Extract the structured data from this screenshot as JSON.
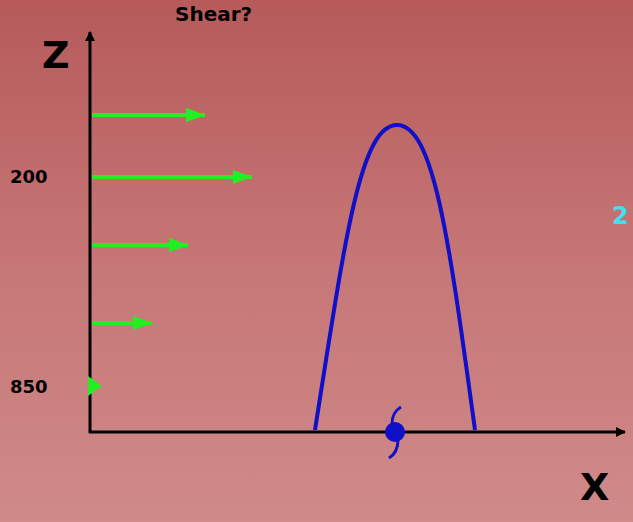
{
  "diagram": {
    "title": "Shear?",
    "labels": [
      "Z",
      "200",
      "850",
      "X",
      "2"
    ]
  }
}
